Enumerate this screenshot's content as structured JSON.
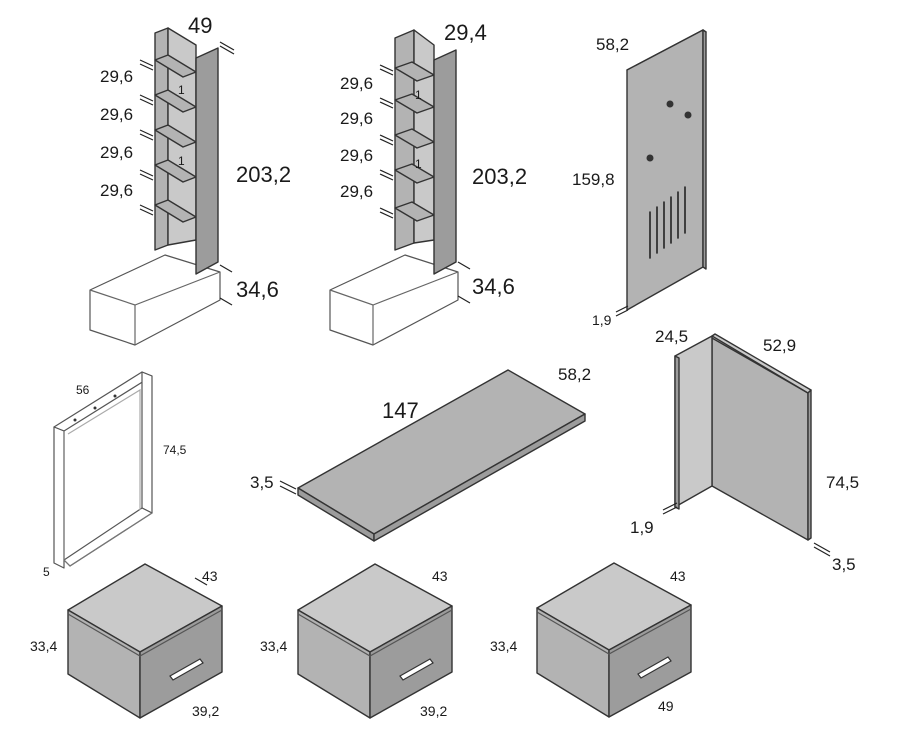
{
  "units_hint": "",
  "shelf_unit_left": {
    "width": "49",
    "depth": "34,6",
    "height": "203,2",
    "shelf_gaps": [
      "29,6",
      "29,6",
      "29,6",
      "29,6"
    ],
    "markers": [
      "1",
      "1"
    ]
  },
  "shelf_unit_right": {
    "width": "29,4",
    "depth": "34,6",
    "height": "203,2",
    "shelf_gaps": [
      "29,6",
      "29,6",
      "29,6",
      "29,6"
    ],
    "markers": [
      "1",
      "1"
    ]
  },
  "wall_panel": {
    "width": "58,2",
    "height": "159,8",
    "thickness": "1,9"
  },
  "leg_frame": {
    "width": "56",
    "height": "74,5",
    "thickness": "5"
  },
  "desk_top": {
    "length": "147",
    "depth": "58,2",
    "thickness": "3,5"
  },
  "corner_panel": {
    "width": "52,9",
    "depth": "24,5",
    "height": "74,5",
    "thickness_side": "1,9",
    "thickness_back": "3,5"
  },
  "drawers": [
    {
      "depth": "43",
      "height": "33,4",
      "width": "39,2"
    },
    {
      "depth": "43",
      "height": "33,4",
      "width": "39,2"
    },
    {
      "depth": "43",
      "height": "33,4",
      "width": "49"
    }
  ]
}
